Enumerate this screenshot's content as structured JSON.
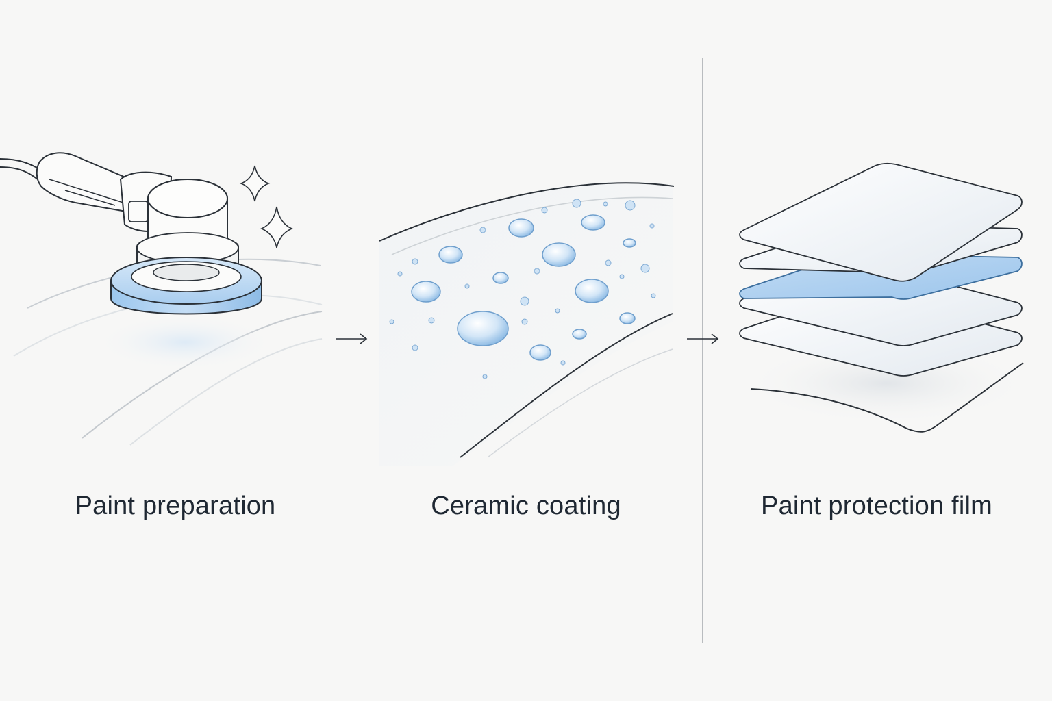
{
  "steps": [
    {
      "label": "Paint preparation",
      "icon": "polisher-icon"
    },
    {
      "label": "Ceramic coating",
      "icon": "water-beads-icon"
    },
    {
      "label": "Paint protection film",
      "icon": "film-layers-icon"
    }
  ],
  "colors": {
    "background": "#f7f7f6",
    "accent_blue": "#8fbde6",
    "line": "#2b3138",
    "divider": "#b9bcbf",
    "text": "#1f2833"
  }
}
